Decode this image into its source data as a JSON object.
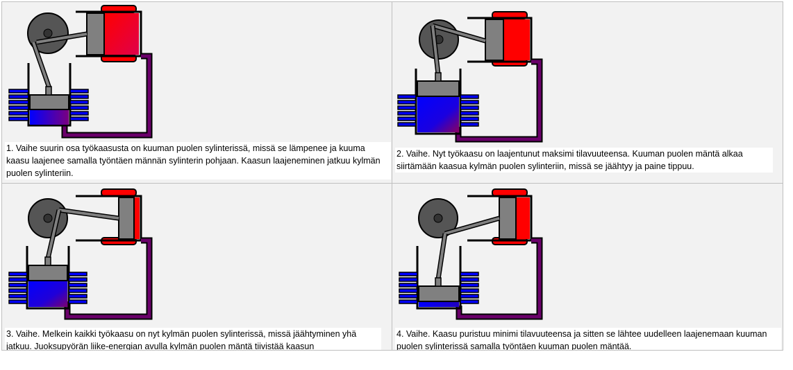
{
  "colors": {
    "hot": "#ff0000",
    "cold": "#0000ff",
    "pipe": "#6a006a",
    "metal": "#808080",
    "dark": "#404040"
  },
  "panels": [
    {
      "id": "step-1",
      "caption": "1. Vaihe suurin osa työkaasusta on kuuman puolen sylinterissä, missä se lämpenee ja kuuma kaasu laajenee samalla työntäen männän sylinterin pohjaan. Kaasun laajeneminen jatkuu kylmän puolen sylinteriin."
    },
    {
      "id": "step-2",
      "caption": "2. Vaihe. Nyt työkaasu on laajentunut maksimi tilavuuteensa. Kuuman puolen mäntä alkaa siirtämään kaasua kylmän puolen sylinteriin, missä se jäähtyy ja paine tippuu."
    },
    {
      "id": "step-3",
      "caption": "3. Vaihe. Melkein kaikki työkaasu on nyt kylmän puolen sylinterissä, missä jäähtyminen yhä jatkuu. Juoksupyörän liike-energian avulla kylmän puolen mäntä tiivistää kaasun"
    },
    {
      "id": "step-4",
      "caption": "4. Vaihe.  Kaasu puristuu minimi tilavuuteensa ja sitten se lähtee uudelleen laajenemaan kuuman puolen sylinterissä samalla työntäen kuuman puolen mäntää."
    }
  ]
}
